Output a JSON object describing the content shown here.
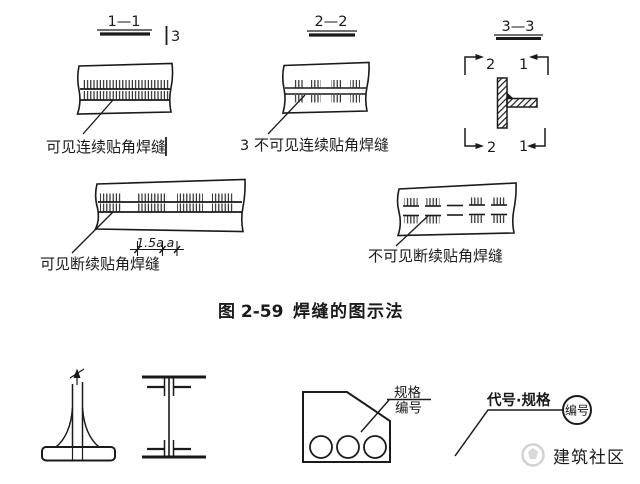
{
  "colors": {
    "ink": "#1a1a1a",
    "watermark": "#c8c8c8"
  },
  "sections": {
    "s11": {
      "title": "1—1"
    },
    "side_mark": "3",
    "s22": {
      "title": "2—2"
    },
    "s33": {
      "title": "3—3",
      "top_left": "2",
      "top_right": "1",
      "bottom_left": "2",
      "bottom_right": "1"
    }
  },
  "weld_labels": {
    "visible_continuous": "可见连续贴角焊缝",
    "invisible_continuous_num": "3",
    "invisible_continuous": "不可见连续贴角焊缝",
    "visible_intermittent": "可见断续贴角焊缝",
    "invisible_intermittent": "不可见断续贴角焊缝"
  },
  "dimensions": {
    "long": "1.5a",
    "short": "a"
  },
  "caption": {
    "figure_no": "图 2-59",
    "title": "焊缝的图示法"
  },
  "callouts": {
    "spec_top": "规格",
    "spec_bottom": "编号",
    "code_spec": "代号·规格",
    "circled": "编号"
  },
  "watermark": {
    "text": "建筑社区"
  }
}
